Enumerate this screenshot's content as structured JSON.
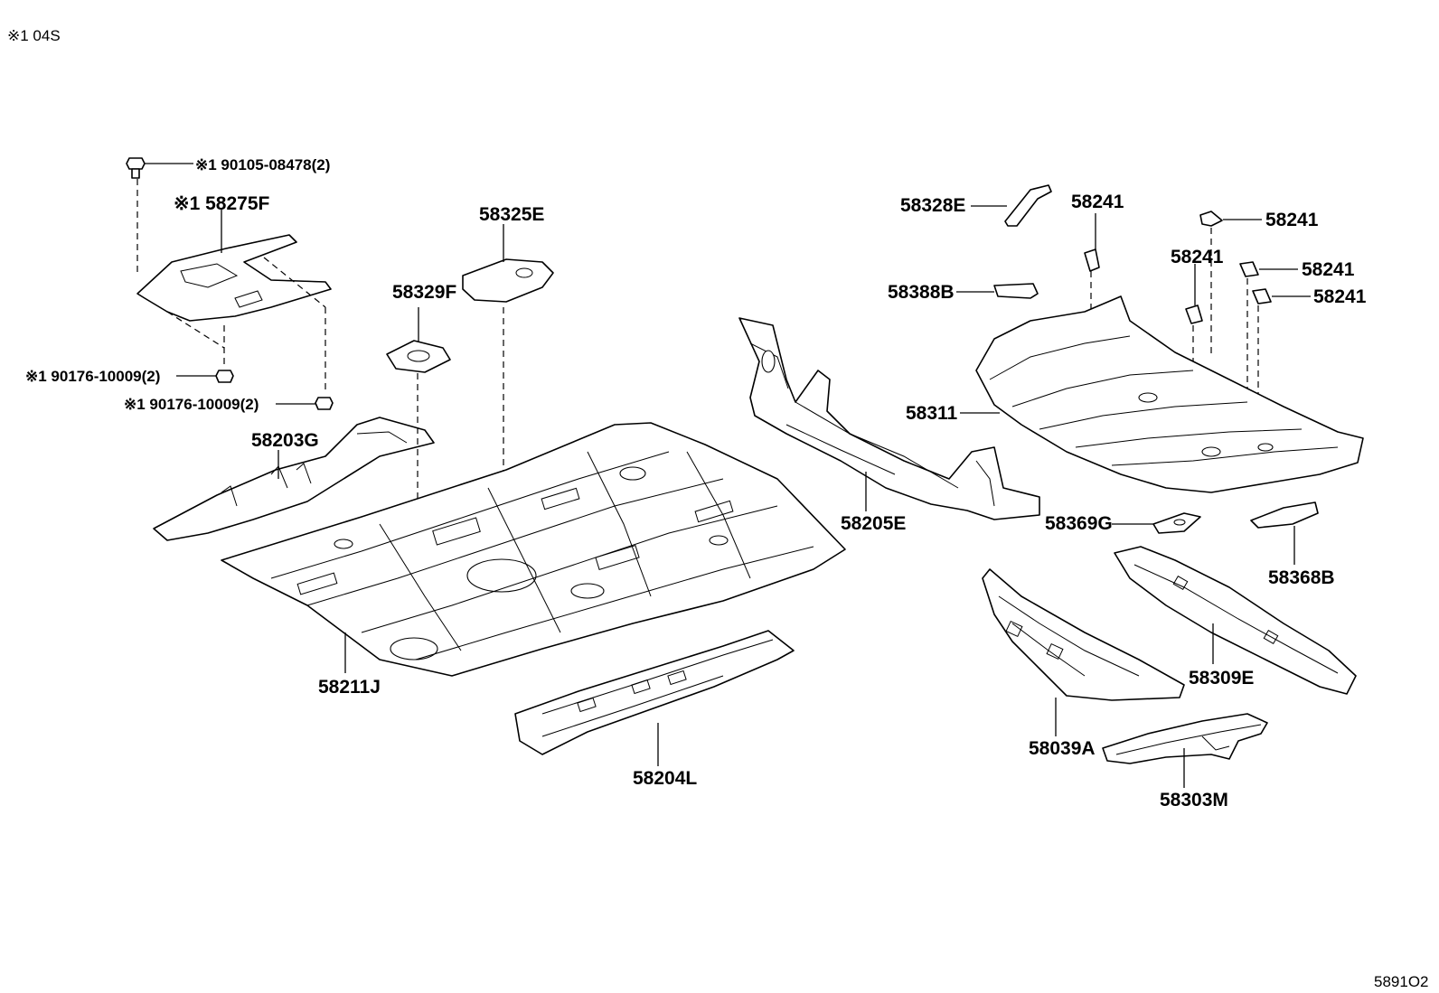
{
  "diagram": {
    "header_code": "※1 04S",
    "figure_code": "5891O2",
    "labels": {
      "bolt": "※1 90105-08478(2)",
      "p58275F": "※1 58275F",
      "nut1": "※1 90176-10009(2)",
      "nut2": "※1 90176-10009(2)",
      "p58203G": "58203G",
      "p58329F": "58329F",
      "p58325E": "58325E",
      "p58211J": "58211J",
      "p58204L": "58204L",
      "p58205E": "58205E",
      "p58328E": "58328E",
      "p58388B": "58388B",
      "p58241a": "58241",
      "p58241b": "58241",
      "p58241c": "58241",
      "p58241d": "58241",
      "p58241e": "58241",
      "p58311": "58311",
      "p58369G": "58369G",
      "p58368B": "58368B",
      "p58309E": "58309E",
      "p58039A": "58039A",
      "p58303M": "58303M"
    }
  }
}
